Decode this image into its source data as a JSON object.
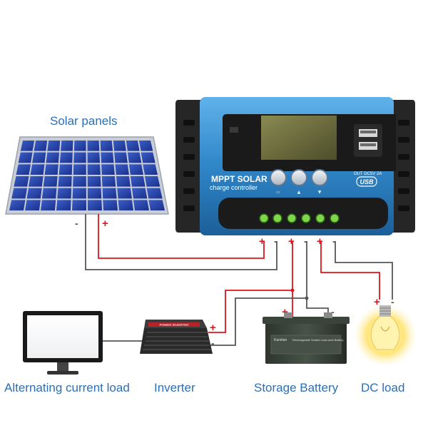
{
  "labels": {
    "solar_panels": "Solar panels",
    "ac_load": "Alternating current load",
    "inverter": "Inverter",
    "storage_battery": "Storage Battery",
    "dc_load": "DC load"
  },
  "controller": {
    "title": "MPPT SOLAR",
    "subtitle": "charge controller",
    "usb_spec": "OUT DC5V 2A",
    "usb_logo": "USB"
  },
  "battery": {
    "brand": "Kamtian",
    "desc": "Rechargeable Sealed Lead-Acid Battery"
  },
  "inverter": {
    "plate": "POWER INVERTER"
  },
  "polarity": {
    "plus": "+",
    "minus": "-"
  },
  "colors": {
    "positive_wire": "#e0121b",
    "negative_wire": "#555555",
    "label_text": "#2c6fb4",
    "controller_body": "#2f86c8"
  }
}
